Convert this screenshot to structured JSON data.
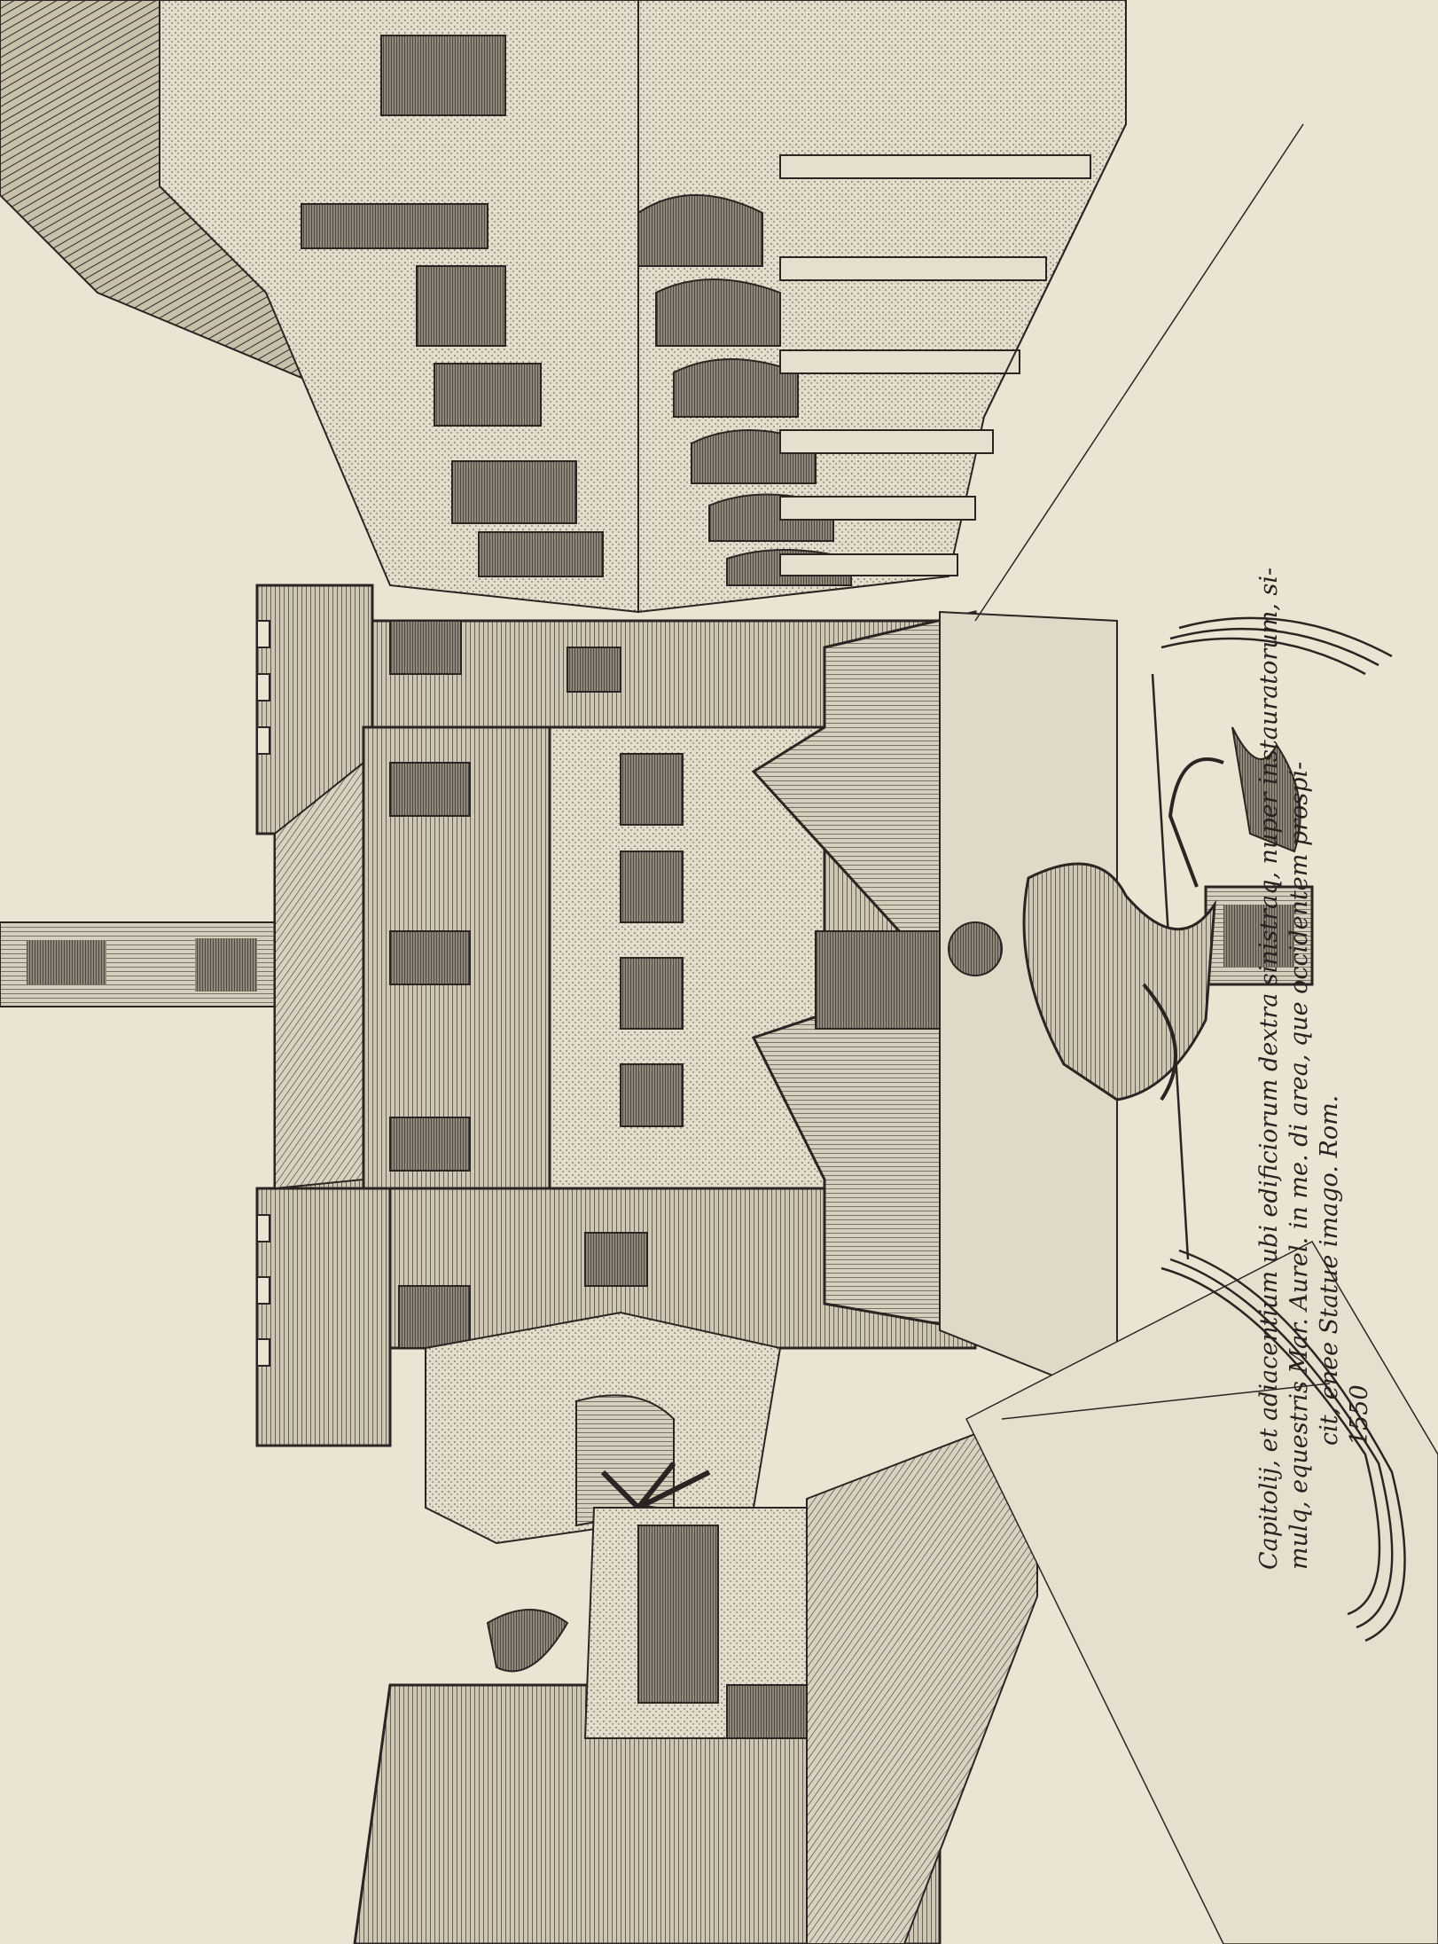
{
  "caption": {
    "lines": [
      "Capitolij, et adiacentium ubi edificiorum dextra sinistraq, nuper instauratorum, si-",
      "mulq, equestris Mar. Aurel. in me. di area, que occidentem prospi-",
      "cit, enee Statue imago. Rom.",
      "1550"
    ]
  },
  "colors": {
    "paper": "#ebe4d3",
    "ink": "#262220"
  }
}
